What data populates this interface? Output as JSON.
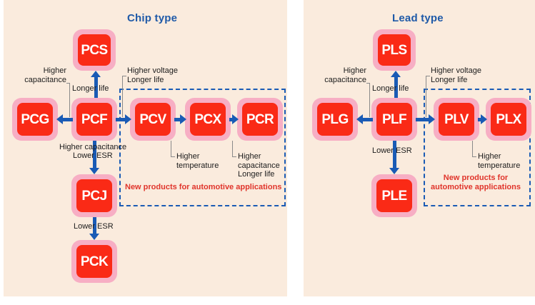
{
  "panels": [
    {
      "id": "chip",
      "title": "Chip type",
      "nodes": [
        {
          "key": "pcs",
          "label": "PCS"
        },
        {
          "key": "pcg",
          "label": "PCG"
        },
        {
          "key": "pcf",
          "label": "PCF"
        },
        {
          "key": "pcv",
          "label": "PCV"
        },
        {
          "key": "pcx",
          "label": "PCX"
        },
        {
          "key": "pcr",
          "label": "PCR"
        },
        {
          "key": "pcj",
          "label": "PCJ"
        },
        {
          "key": "pck",
          "label": "PCK"
        }
      ],
      "edge_labels": {
        "pcf_to_pcs": "Longer life",
        "pcf_to_pcj_line1": "Higher capacitance",
        "pcf_to_pcj_line2": "Lower ESR",
        "pcj_to_pck": "Lower ESR"
      },
      "callouts": {
        "pcg_line1": "Higher",
        "pcg_line2": "capacitance",
        "pcv_line1": "Higher voltage",
        "pcv_line2": "Longer life",
        "pcx_line1": "Higher",
        "pcx_line2": "temperature",
        "pcr_line1": "Higher",
        "pcr_line2": "capacitance",
        "pcr_line3": "Longer life"
      },
      "dash_note": "New products for automotive applications"
    },
    {
      "id": "lead",
      "title": "Lead type",
      "nodes": [
        {
          "key": "pls",
          "label": "PLS"
        },
        {
          "key": "plg",
          "label": "PLG"
        },
        {
          "key": "plf",
          "label": "PLF"
        },
        {
          "key": "plv",
          "label": "PLV"
        },
        {
          "key": "plx",
          "label": "PLX"
        },
        {
          "key": "ple",
          "label": "PLE"
        }
      ],
      "edge_labels": {
        "plf_to_pls": "Longer life",
        "plf_to_ple": "Lower ESR"
      },
      "callouts": {
        "plg_line1": "Higher",
        "plg_line2": "capacitance",
        "plv_line1": "Higher voltage",
        "plv_line2": "Longer life",
        "plx_line1": "Higher",
        "plx_line2": "temperature"
      },
      "dash_note_line1": "New products for",
      "dash_note_line2": "automotive applications"
    }
  ],
  "colors": {
    "panel_background": "#faebdd",
    "node_fill": "#fa2a16",
    "node_pad": "#f7aec4",
    "node_text": "#ffffff",
    "title": "#1f5aa8",
    "arrow": "#1a5bb5",
    "dash_border": "#1a5bb5",
    "dash_note_text": "#e0342b",
    "leader_line": "#8a8a8a",
    "label_text": "#1c1c1c"
  }
}
